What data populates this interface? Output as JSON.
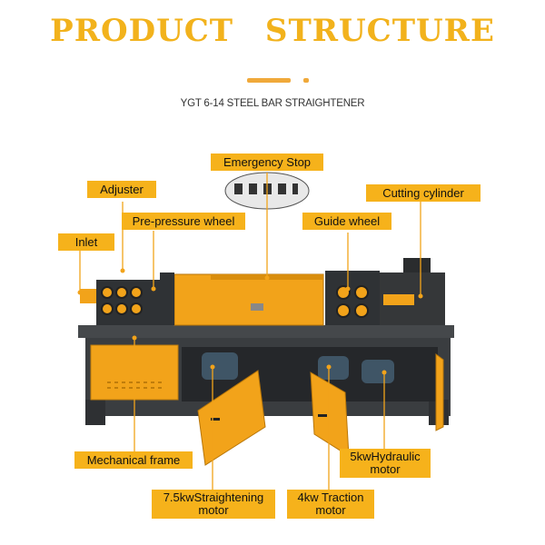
{
  "header": {
    "title": "PRODUCT STRUCTURE",
    "subtitle": "YGT 6-14 STEEL BAR STRAIGHTENER"
  },
  "labels": {
    "emergency_stop": "Emergency Stop",
    "adjuster": "Adjuster",
    "cutting_cylinder": "Cutting cylinder",
    "pre_pressure_wheel": "Pre-pressure wheel",
    "guide_wheel": "Guide wheel",
    "inlet": "Inlet",
    "mechanical_frame": "Mechanical frame",
    "hydraulic_motor_line1": "5kwHydraulic",
    "hydraulic_motor_line2": "motor",
    "straightening_motor_line1": "7.5kwStraightening",
    "straightening_motor_line2": "motor",
    "traction_motor_line1": "4kw Traction",
    "traction_motor_line2": "motor"
  },
  "colors": {
    "accent": "#f6b21b",
    "title": "#f2b21c",
    "machine_frame": "#3a3d40",
    "machine_yellow": "#f2a31a"
  }
}
